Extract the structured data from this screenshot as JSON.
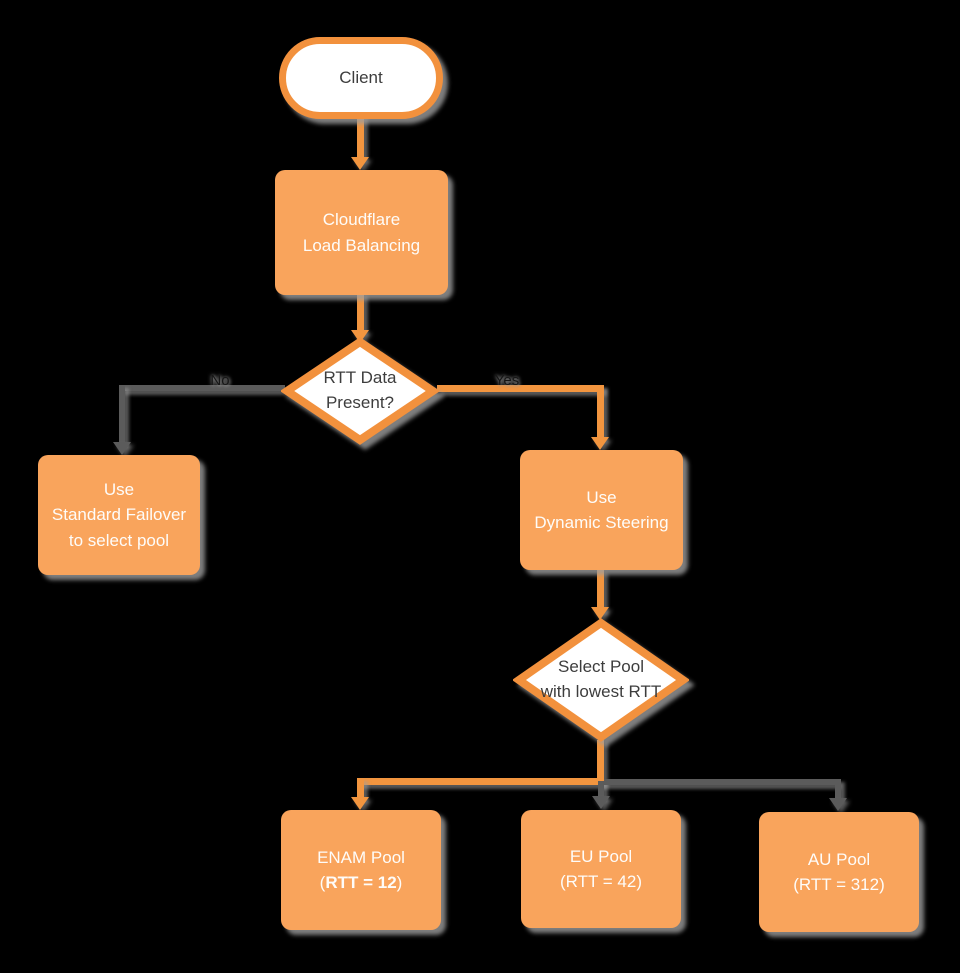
{
  "colors": {
    "background": "#000000",
    "shape_fill_orange": "#F9A45C",
    "shape_stroke_orange": "#F2913D",
    "connector_orange": "#F2953F",
    "connector_gray": "#5B5B5B",
    "shape_fill_white": "#FFFFFF",
    "text_dark": "#3D3D3D",
    "text_light": "#FFFFFF",
    "shadow_gray": "#9E9E9E"
  },
  "nodes": {
    "client": {
      "label": "Client"
    },
    "load_balancer": {
      "line1": "Cloudflare",
      "line2": "Load Balancing"
    },
    "rtt_decision": {
      "line1": "RTT Data",
      "line2": "Present?"
    },
    "standard_failover": {
      "line1": "Use",
      "line2": "Standard Failover",
      "line3": "to select pool"
    },
    "dynamic_steering": {
      "line1": "Use",
      "line2": "Dynamic Steering"
    },
    "select_pool": {
      "line1": "Select Pool",
      "line2": "with lowest RTT"
    },
    "enam_pool": {
      "line1": "ENAM Pool",
      "paren_open": "(",
      "rtt_bold": "RTT = 12",
      "paren_close": ")"
    },
    "eu_pool": {
      "line1": "EU Pool",
      "line2": "(RTT = 42)"
    },
    "au_pool": {
      "line1": "AU Pool",
      "line2": "(RTT = 312)"
    }
  },
  "edges": {
    "rtt_no_label": "No",
    "rtt_yes_label": "Yes"
  }
}
